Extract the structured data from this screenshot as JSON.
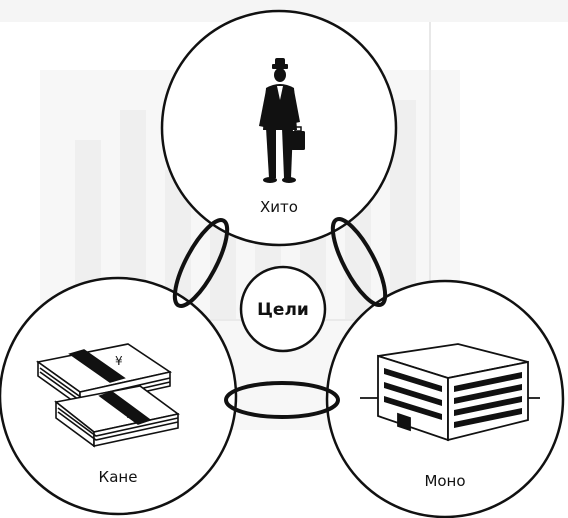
{
  "diagram": {
    "center_label": "Цели",
    "nodes": [
      {
        "id": "hito",
        "label": "Хито",
        "icon": "businessman-icon"
      },
      {
        "id": "kane",
        "label": "Кане",
        "icon": "money-stack-icon"
      },
      {
        "id": "mono",
        "label": "Моно",
        "icon": "office-building-icon"
      }
    ],
    "colors": {
      "stroke": "#111111",
      "background": "#ffffff",
      "faded_background": "#e9e9e9"
    }
  }
}
